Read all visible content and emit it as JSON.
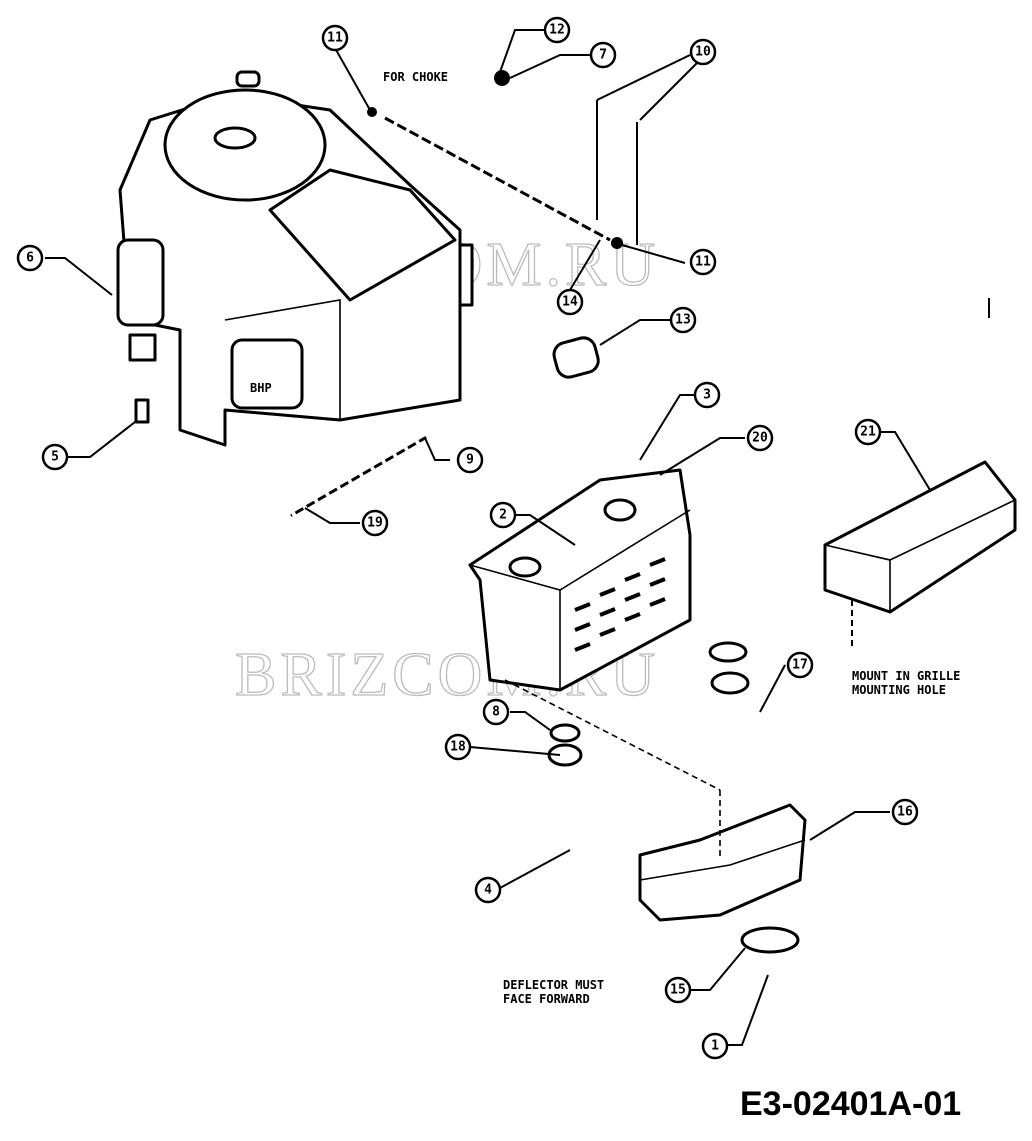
{
  "diagram": {
    "drawing_number": "E3-02401A-01",
    "watermark": "BRIZCOM.RU",
    "notes": {
      "choke": "FOR CHOKE",
      "grille_line1": "MOUNT IN GRILLE",
      "grille_line2": "MOUNTING HOLE",
      "deflector_line1": "DEFLECTOR MUST",
      "deflector_line2": "FACE FORWARD"
    },
    "callouts": {
      "c11a": "11",
      "c12": "12",
      "c7": "7",
      "c10": "10",
      "c6": "6",
      "c11b": "11",
      "c14": "14",
      "c13": "13",
      "c5": "5",
      "c9": "9",
      "c3": "3",
      "c20": "20",
      "c19": "19",
      "c2": "2",
      "c21": "21",
      "c8": "8",
      "c18": "18",
      "c17": "17",
      "c16": "16",
      "c4": "4",
      "c15": "15",
      "c1": "1"
    }
  }
}
